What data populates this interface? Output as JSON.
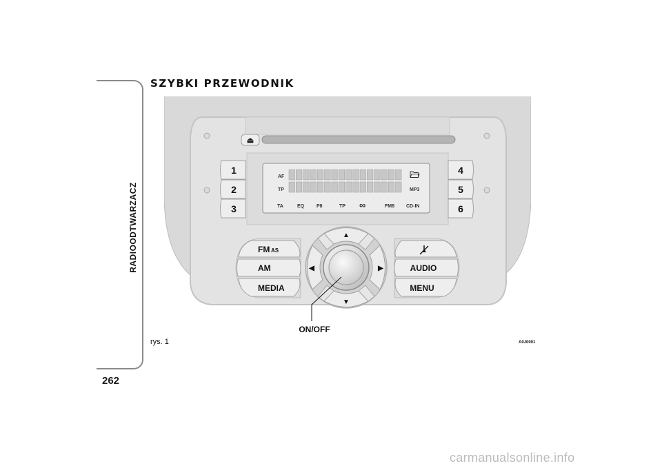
{
  "page": {
    "section_label": "RADIOODTWARZACZ",
    "page_number": "262",
    "heading": "SZYBKI PRZEWODNIK",
    "caption": "rys. 1",
    "figure_code": "A0J0001",
    "watermark": "carmanualsonline.info"
  },
  "radio": {
    "preset_buttons_left": [
      "1",
      "2",
      "3"
    ],
    "preset_buttons_right": [
      "4",
      "5",
      "6"
    ],
    "display": {
      "left_indicators": [
        "AF",
        "TP"
      ],
      "right_indicators": [
        "MP3"
      ],
      "bottom_indicators": [
        "TA",
        "EQ",
        "P8",
        "TP",
        "FM8",
        "CD-IN"
      ],
      "loop_symbol": "∞",
      "folder_icon": "folder-icon"
    },
    "left_buttons": {
      "fm_main": "FM",
      "fm_sub": "AS",
      "am": "AM",
      "media": "MEDIA"
    },
    "right_buttons": {
      "mute_icon": "mute-icon",
      "audio": "AUDIO",
      "menu": "MENU"
    },
    "arrows": {
      "up": "▲",
      "down": "▼",
      "left": "◀",
      "right": "▶"
    },
    "eject_symbol": "⏏",
    "callout": "ON/OFF"
  }
}
